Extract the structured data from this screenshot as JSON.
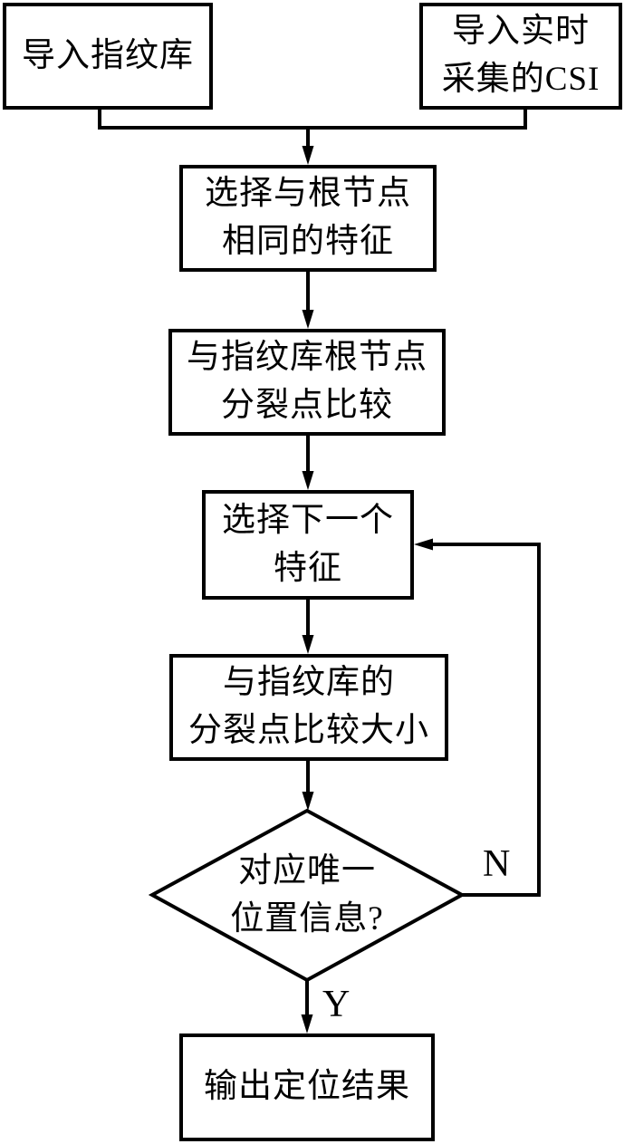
{
  "flowchart": {
    "title": "CSI fingerprint positioning flowchart",
    "nodes": {
      "import_db": {
        "label": "导入指纹库"
      },
      "import_csi": {
        "label": "导入实时\n采集的CSI"
      },
      "select_root_feature": {
        "label": "选择与根节点\n相同的特征"
      },
      "compare_root_split": {
        "label": "与指纹库根节点\n分裂点比较"
      },
      "select_next_feature": {
        "label": "选择下一个\n特征"
      },
      "compare_split_size": {
        "label": "与指纹库的\n分裂点比较大小"
      },
      "unique_location_decision": {
        "label": "对应唯一\n位置信息?"
      },
      "output_result": {
        "label": "输出定位结果"
      }
    },
    "edge_labels": {
      "no": "N",
      "yes": "Y"
    },
    "colors": {
      "stroke": "#000000",
      "background": "#ffffff",
      "text": "#000000"
    }
  }
}
